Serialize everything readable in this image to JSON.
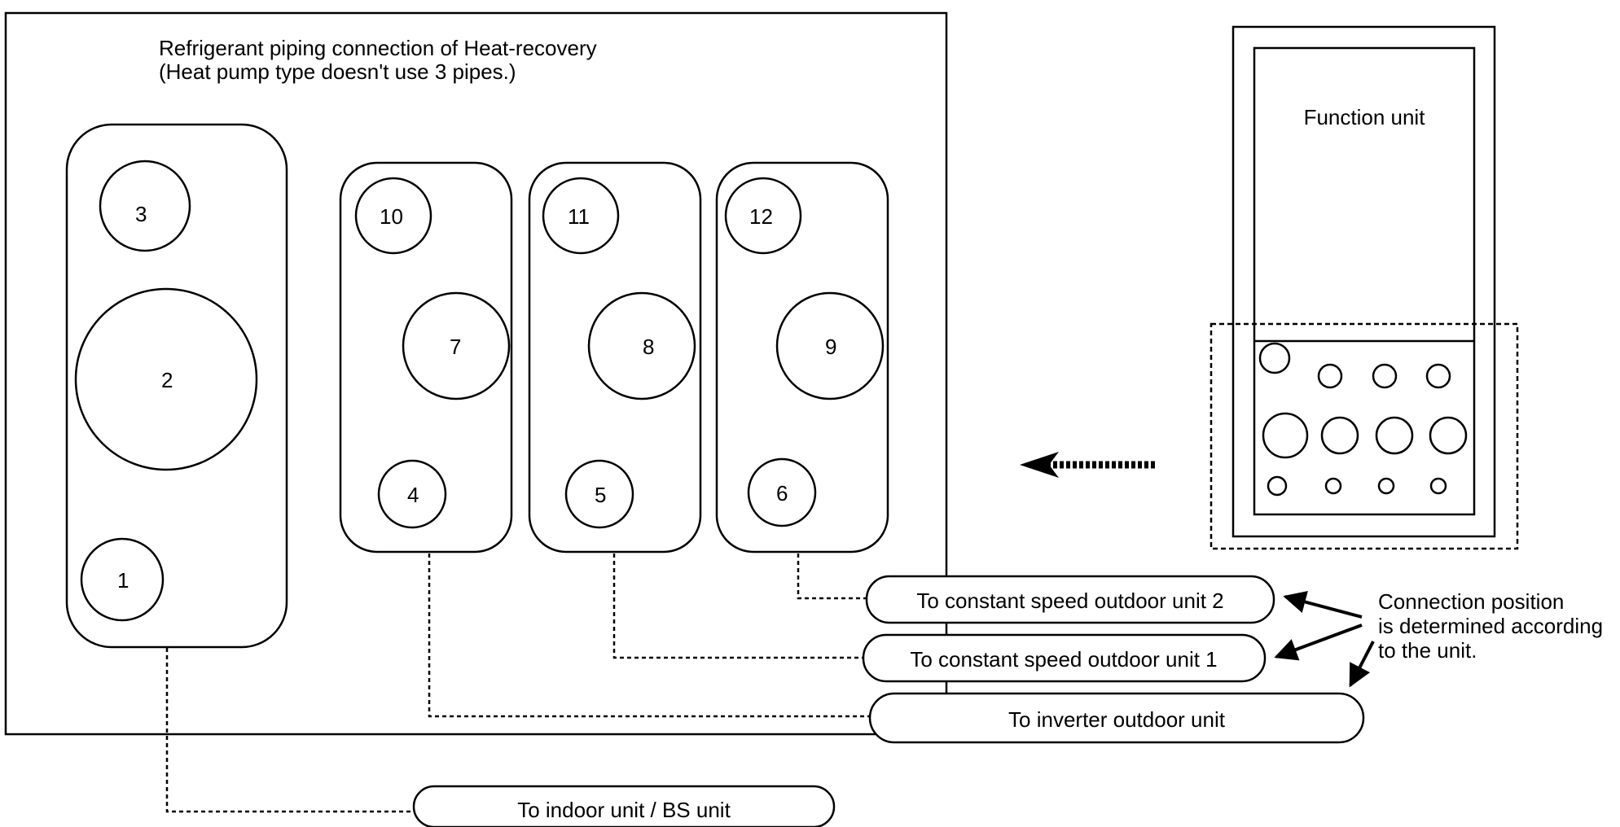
{
  "title": {
    "line1": "Refrigerant piping connection of Heat-recovery",
    "line2": "(Heat pump type doesn't use 3 pipes.)"
  },
  "ports": {
    "p1": "1",
    "p2": "2",
    "p3": "3",
    "p4": "4",
    "p5": "5",
    "p6": "6",
    "p7": "7",
    "p8": "8",
    "p9": "9",
    "p10": "10",
    "p11": "11",
    "p12": "12"
  },
  "function_unit": {
    "label": "Function unit"
  },
  "destinations": {
    "constant_2": "To constant speed outdoor unit 2",
    "constant_1": "To constant speed outdoor unit 1",
    "inverter": "To inverter outdoor unit",
    "indoor": "To indoor unit / BS unit"
  },
  "note": {
    "line1": "Connection position",
    "line2": "is determined according",
    "line3": "to the unit."
  }
}
